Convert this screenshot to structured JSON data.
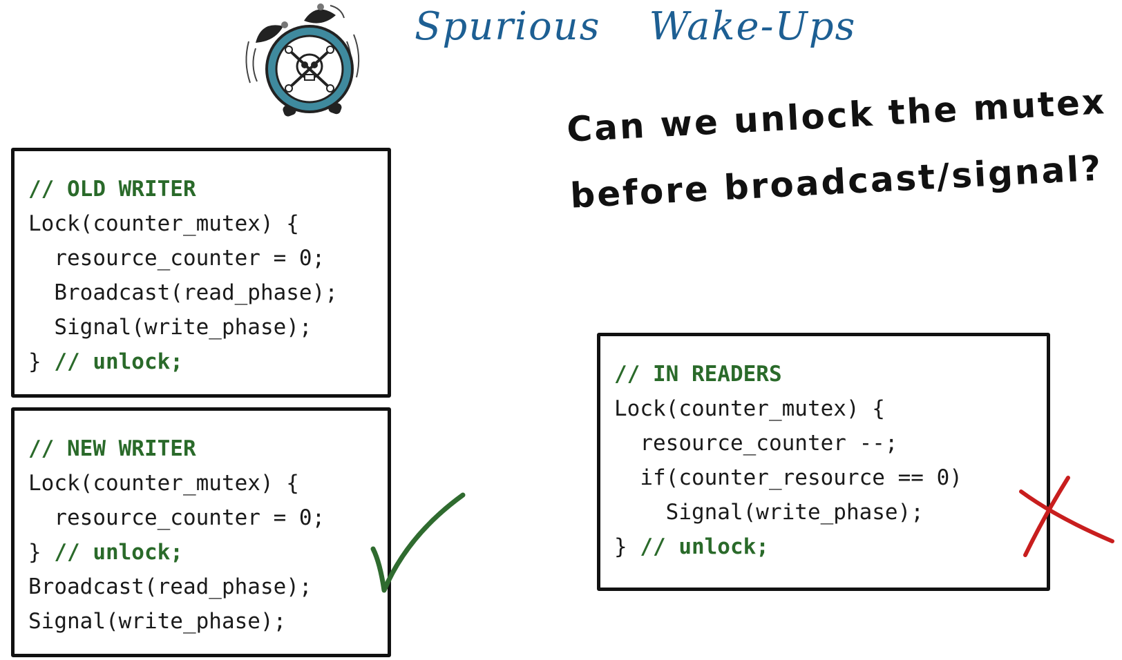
{
  "title": {
    "word1": "Spurious",
    "word2": "Wake-Ups"
  },
  "question": {
    "line1": "Can we unlock the mutex",
    "line2": "before broadcast/signal?"
  },
  "old_writer": {
    "comment": "// OLD WRITER",
    "line1": "Lock(counter_mutex) {",
    "line2": "  resource_counter = 0;",
    "line3": "  Broadcast(read_phase);",
    "line4": "  Signal(write_phase);",
    "line5_brace": "} ",
    "line5_comment": "// unlock;"
  },
  "new_writer": {
    "comment": "// NEW WRITER",
    "line1": "Lock(counter_mutex) {",
    "line2": "  resource_counter = 0;",
    "line3_brace": "} ",
    "line3_comment": "// unlock;",
    "line4": "Broadcast(read_phase);",
    "line5": "Signal(write_phase);"
  },
  "readers": {
    "comment": "// IN READERS",
    "line1": "Lock(counter_mutex) {",
    "line2": "  resource_counter --;",
    "line3": "  if(counter_resource == 0)",
    "line4": "    Signal(write_phase);",
    "line5_brace": "} ",
    "line5_comment": "// unlock;"
  },
  "icons": {
    "clock": "alarm-clock-skull-icon",
    "check": "checkmark-icon",
    "cross": "x-mark-icon"
  },
  "colors": {
    "title": "#1d5f93",
    "comment": "#2a6a2a",
    "check": "#2f6b2f",
    "cross": "#c81e1e",
    "clock_ring": "#3f8a9e"
  }
}
